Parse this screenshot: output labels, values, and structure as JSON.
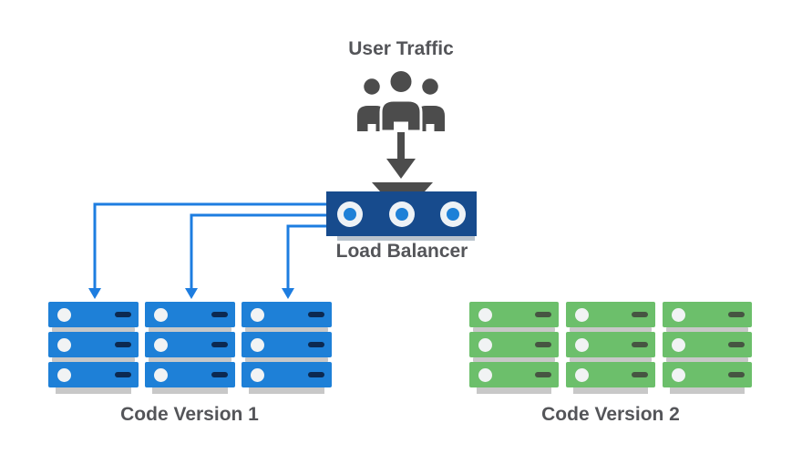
{
  "diagram": {
    "user_traffic_label": "User Traffic",
    "load_balancer_label": "Load Balancer",
    "groups": [
      {
        "label": "Code Version 1",
        "stacks": 3,
        "servers_per_stack": 3,
        "color": "#1e80d7",
        "connected_to_load_balancer": true
      },
      {
        "label": "Code Version 2",
        "stacks": 3,
        "servers_per_stack": 3,
        "color": "#6cbf6b",
        "connected_to_load_balancer": false
      }
    ],
    "connector_arrow_count": 3,
    "colors": {
      "icon_gray": "#4c4c4c",
      "text_color": "#545559",
      "lb_navy": "#174b8d",
      "dot_blue": "#1e80d7",
      "circle_white": "#eef2f6",
      "connector_blue": "#1d7de0",
      "server_blue": "#1e80d7",
      "blue_dash": "#0c2950",
      "server_green": "#6cbf6b",
      "green_dash": "#465542",
      "bar_dot": "#f1f3f4",
      "shadow_gray": "#c8c8c8",
      "lb_shadow": "#b9c3cd"
    }
  }
}
